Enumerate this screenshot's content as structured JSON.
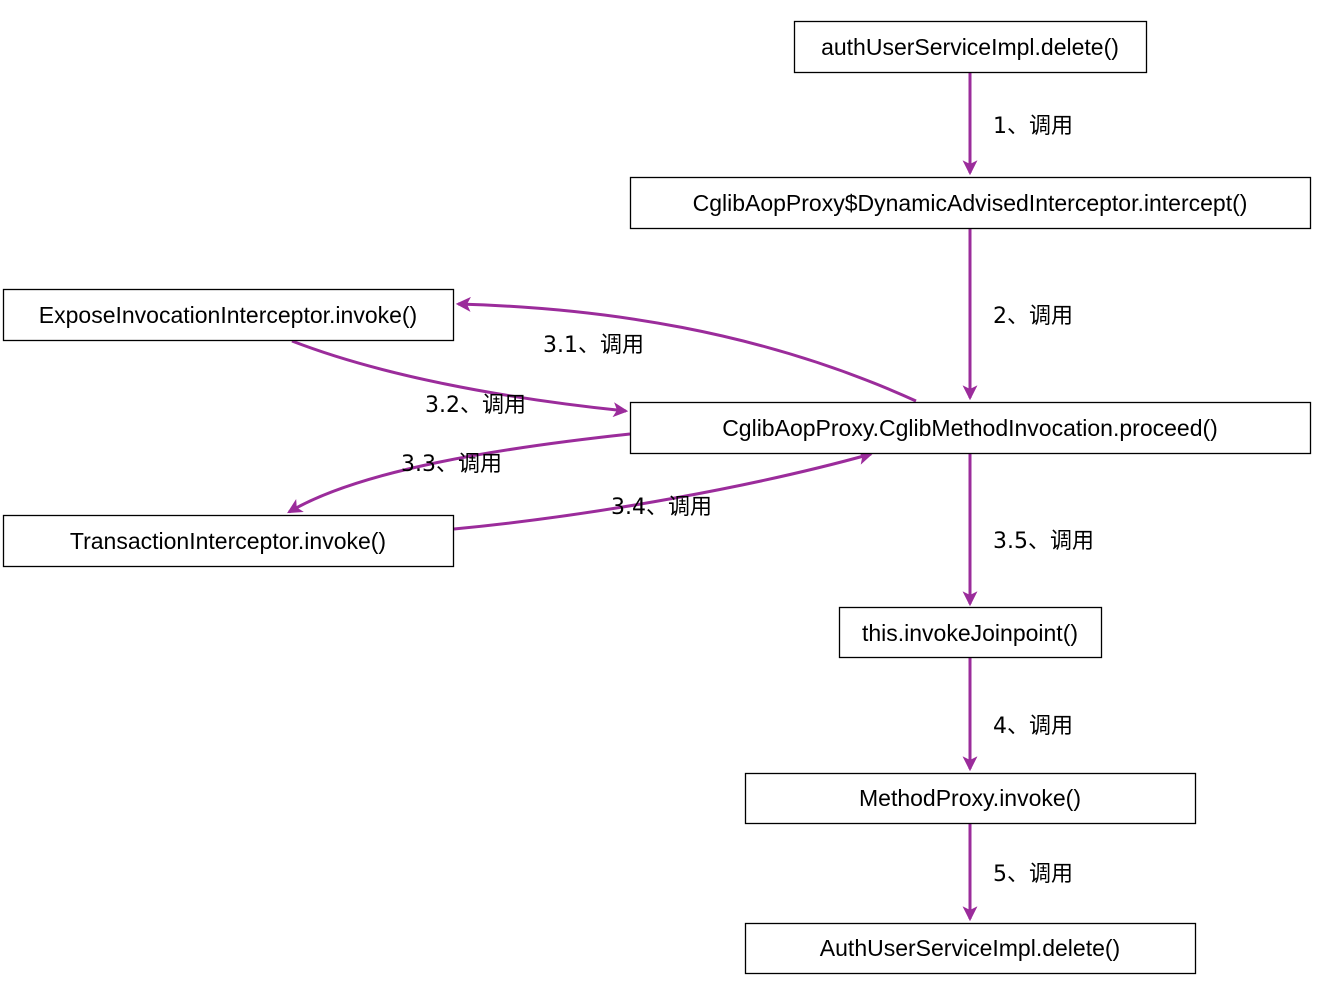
{
  "diagram": {
    "colors": {
      "arrow": "#9b2c9b",
      "box_border": "#000000",
      "background": "#ffffff"
    },
    "nodes": {
      "auth_delete": "authUserServiceImpl.delete()",
      "intercept": "CglibAopProxy$DynamicAdvisedInterceptor.intercept()",
      "expose_invoke": "ExposeInvocationInterceptor.invoke()",
      "proceed": "CglibAopProxy.CglibMethodInvocation.proceed()",
      "transaction_invoke": "TransactionInterceptor.invoke()",
      "invoke_joinpoint": "this.invokeJoinpoint()",
      "method_proxy_invoke": "MethodProxy.invoke()",
      "auth_delete_final": "AuthUserServiceImpl.delete()"
    },
    "edges": {
      "e1": "1、调用",
      "e2": "2、调用",
      "e3_1": "3.1、调用",
      "e3_2": "3.2、调用",
      "e3_3": "3.3、调用",
      "e3_4": "3.4、调用",
      "e3_5": "3.5、调用",
      "e4": "4、调用",
      "e5": "5、调用"
    }
  }
}
